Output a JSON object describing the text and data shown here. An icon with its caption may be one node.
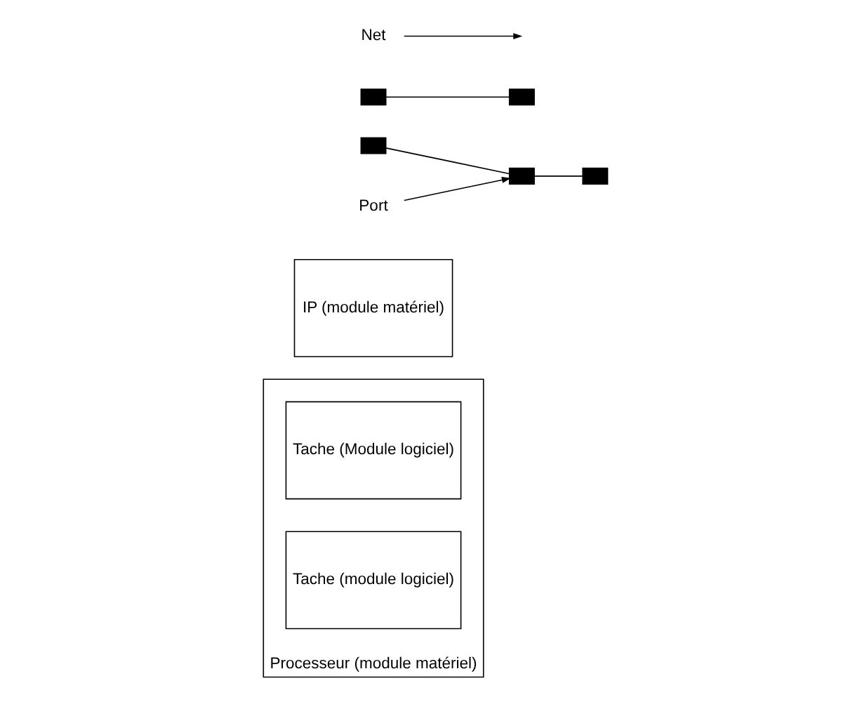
{
  "diagram": {
    "nodes": [
      {
        "text": [
          "Processeur (module matériel)"
        ]
      },
      {
        "text": [
          "Tache (Module logiciel)"
        ],
        "in": 0
      },
      {
        "text": [
          "Tache (module logiciel)"
        ],
        "in": 0
      },
      {
        "text": [
          "IP (module matériel)"
        ]
      },
      {
        "text": [],
        "shape": "box"
      },
      {
        "text": [],
        "shape": "box"
      },
      {
        "text": [],
        "shape": "box"
      },
      {
        "text": [],
        "shape": "box"
      },
      {
        "text": [],
        "shape": "box"
      },
      {
        "text": [
          "Port"
        ]
      },
      {
        "text": [
          "Net"
        ]
      }
    ],
    "edges": [
      {
        "from": 4,
        "to": 5,
        "arrow": "none"
      },
      {
        "from": 5,
        "to": 8,
        "arrow": "none"
      },
      {
        "from": 6,
        "to": 7,
        "arrow": "none"
      },
      {
        "from": 9,
        "to": 5,
        "arrow": "to"
      },
      {
        "from": 10,
        "to": null,
        "arrow": "to"
      }
    ]
  }
}
